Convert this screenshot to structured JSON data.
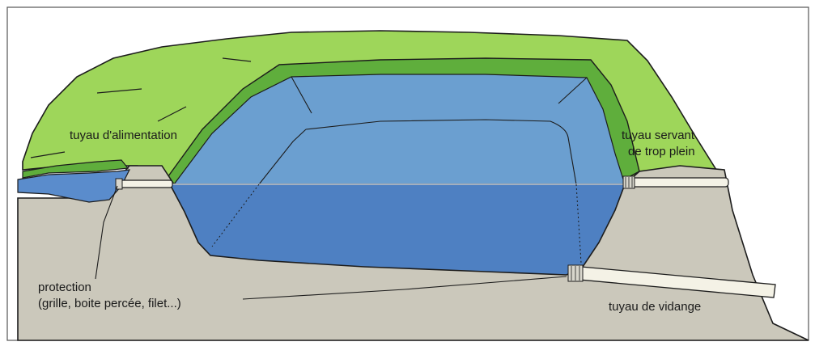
{
  "labels": {
    "inlet_pipe": "tuyau d'alimentation",
    "overflow_pipe_line1": "tuyau servant",
    "overflow_pipe_line2": "de trop plein",
    "protection_line1": "protection",
    "protection_line2": "(grille, boite percée, filet...)",
    "drain_pipe": "tuyau de vidange"
  },
  "colors": {
    "grass": "#9ed65a",
    "grass_dark": "#5fae3c",
    "water_surface": "#6b9fd0",
    "water_body": "#4e80c2",
    "water_left": "#5a8ccc",
    "soil": "#cbc8bb",
    "pipe": "#f4f2e6",
    "outline": "#1c1c1c"
  }
}
